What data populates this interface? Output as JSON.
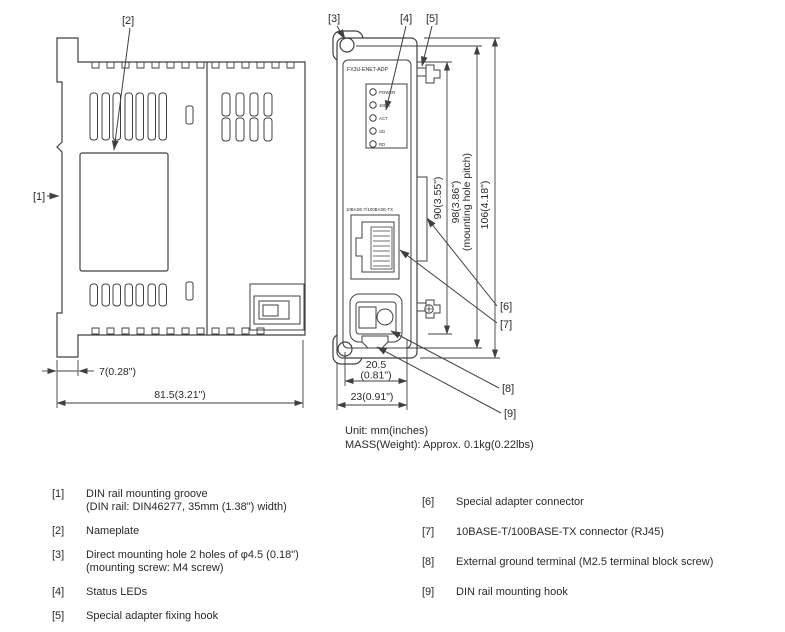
{
  "page": {
    "background": "#ffffff",
    "line_color": "#404040",
    "text_color": "#2a2a2a"
  },
  "side_view": {
    "callout_1": "[1]",
    "callout_2": "[2]",
    "dim_groove_offset": "7(0.28\")",
    "dim_width": "81.5(3.21\")"
  },
  "front_view": {
    "callout_3": "[3]",
    "callout_4": "[4]",
    "callout_5": "[5]",
    "callout_6": "[6]",
    "callout_7": "[7]",
    "callout_8": "[8]",
    "callout_9": "[9]",
    "model_label": "FX3U-ENET-ADP",
    "connector_label": "10BASE-T/100BASE-TX",
    "led_labels": [
      "POWER",
      "100M",
      "ACT",
      "SD",
      "RD"
    ],
    "dim_panel_height": "90(3.55\")",
    "dim_hole_pitch": "98(3.86\")",
    "dim_hole_pitch_note": "(mounting hole pitch)",
    "dim_total_height": "106(4.18\")",
    "dim_terminal_mm": "20.5",
    "dim_terminal_in": "(0.81\")",
    "dim_width": "23(0.91\")"
  },
  "notes": {
    "unit": "Unit: mm(inches)",
    "mass": "MASS(Weight): Approx. 0.1kg(0.22lbs)"
  },
  "legend": {
    "left": [
      {
        "ref": "[1]",
        "line1": "DIN rail mounting groove",
        "line2": "(DIN rail: DIN46277, 35mm (1.38\") width)"
      },
      {
        "ref": "[2]",
        "line1": "Nameplate"
      },
      {
        "ref": "[3]",
        "line1": "Direct mounting hole 2 holes of φ4.5 (0.18\")",
        "line2": "(mounting screw: M4 screw)"
      },
      {
        "ref": "[4]",
        "line1": "Status LEDs"
      },
      {
        "ref": "[5]",
        "line1": "Special adapter fixing hook"
      }
    ],
    "right": [
      {
        "ref": "[6]",
        "line1": "Special adapter connector"
      },
      {
        "ref": "[7]",
        "line1": "10BASE-T/100BASE-TX connector (RJ45)"
      },
      {
        "ref": "[8]",
        "line1": "External ground terminal (M2.5 terminal block screw)"
      },
      {
        "ref": "[9]",
        "line1": "DIN rail mounting hook"
      }
    ]
  }
}
